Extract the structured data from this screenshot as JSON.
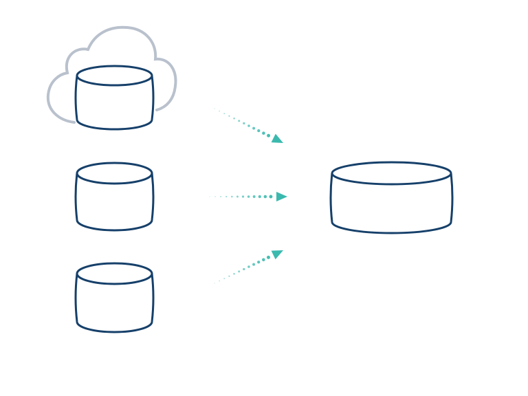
{
  "colors": {
    "cylinder_stroke": "#16406a",
    "cloud_stroke": "#b9c1cd",
    "arrow": "#3bb9ae",
    "background": "#ffffff"
  },
  "diagram": {
    "sources": [
      "cloud-database",
      "database-2",
      "database-3"
    ],
    "target": "central-database",
    "arrows": 3
  }
}
